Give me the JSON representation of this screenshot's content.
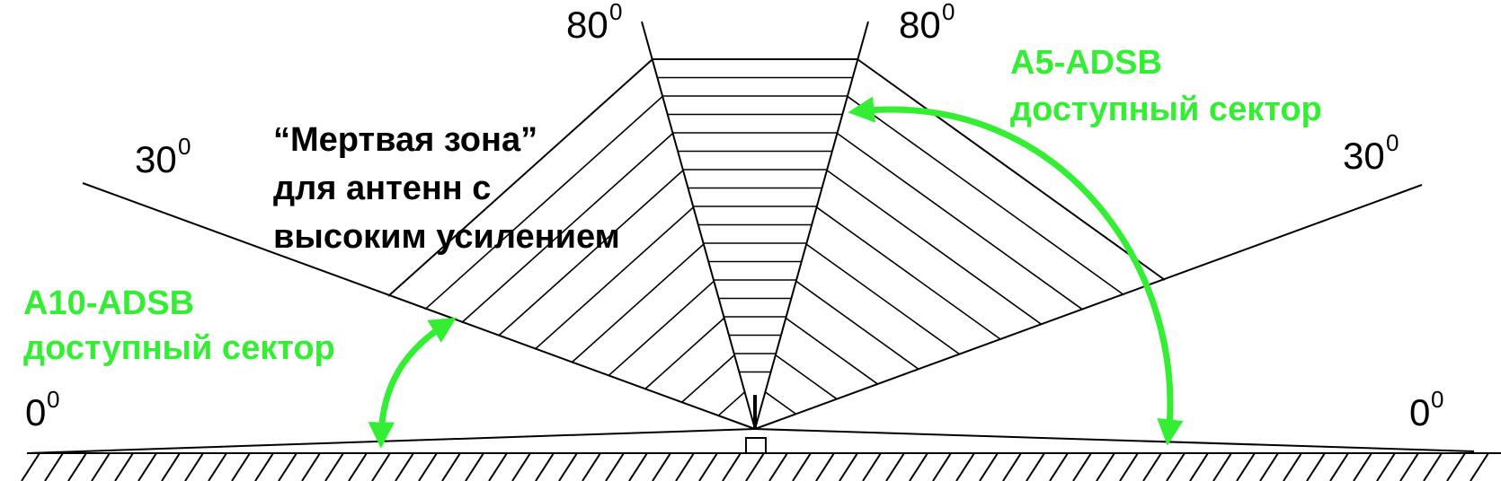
{
  "angles": {
    "zero": "0",
    "thirty": "30",
    "eighty": "80",
    "degree_mark": "0"
  },
  "dead_zone": {
    "lines": [
      "“Мертвая зона”",
      "для антенн с",
      "высоким усилением"
    ]
  },
  "sectors": {
    "a5": {
      "model": "A5-ADSB",
      "caption": "доступный сектор"
    },
    "a10": {
      "model": "A10-ADSB",
      "caption": "доступный сектор"
    }
  },
  "colors": {
    "accent": "#33ee33",
    "line": "#000000"
  }
}
